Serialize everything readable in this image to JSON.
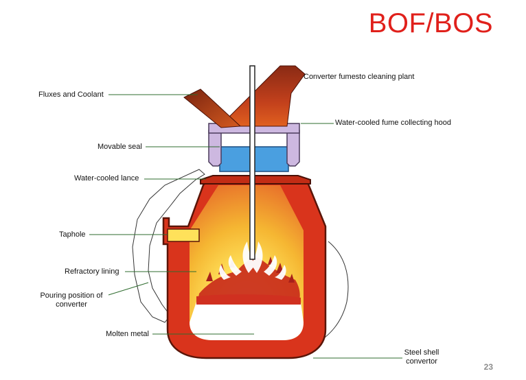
{
  "slide": {
    "title": "BOF/BOS",
    "page_number": "23"
  },
  "labels": {
    "fluxes": "Fluxes and Coolant",
    "fumes": "Converter fumesto cleaning plant",
    "hood": "Water-cooled fume collecting hood",
    "seal": "Movable seal",
    "lance": "Water-cooled lance",
    "taphole": "Taphole",
    "refractory": "Refractory lining",
    "pouring_line1": "Pouring position of",
    "pouring_line2": "converter",
    "molten": "Molten metal",
    "shell_line1": "Steel shell",
    "shell_line2": "convertor"
  },
  "colors": {
    "title": "#e0201b",
    "steel_shell": "#d9341c",
    "hood_purple": "#cdb8e0",
    "seal_blue": "#4a9fe0",
    "flame_core": "#ffffff",
    "flame_red": "#c8281a",
    "molten": "#ffffff"
  }
}
